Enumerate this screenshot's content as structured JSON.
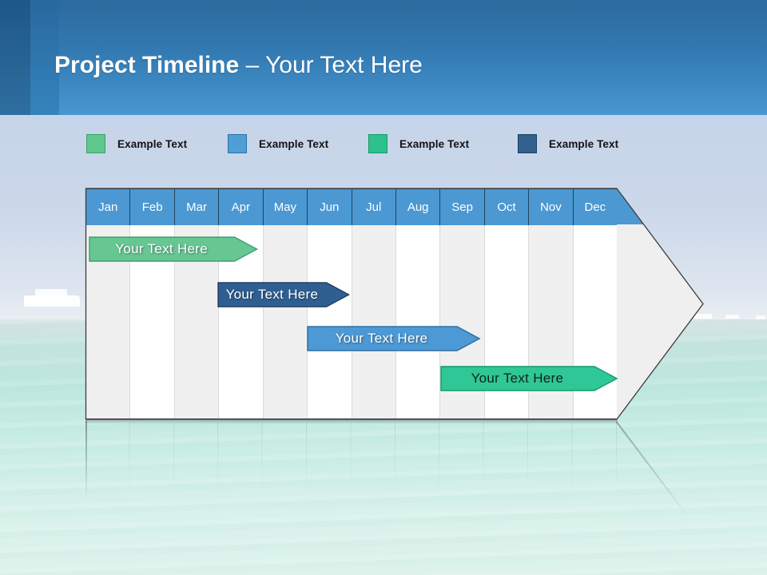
{
  "slide": {
    "title_bold": "Project Timeline",
    "title_light": " – Your Text Here"
  },
  "legend": {
    "items": [
      {
        "label": "Example Text",
        "color": "#5EC88D",
        "border": "#3E9F6C"
      },
      {
        "label": "Example Text",
        "color": "#4F9FD6",
        "border": "#2E6FA3"
      },
      {
        "label": "Example Text",
        "color": "#2EC08D",
        "border": "#14996C"
      },
      {
        "label": "Example Text",
        "color": "#31618F",
        "border": "#1E3F62"
      }
    ]
  },
  "timeline": {
    "months": [
      "Jan",
      "Feb",
      "Mar",
      "Apr",
      "May",
      "Jun",
      "Jul",
      "Aug",
      "Sep",
      "Oct",
      "Nov",
      "Dec"
    ],
    "header_color": "#4B98D3",
    "header_separator_color": "#24435E",
    "column_colors": [
      "#F0F0F0",
      "#FFFFFF"
    ],
    "arrowhead_color": "#EFEFEF",
    "outline_color": "#3C3C3C",
    "bars": [
      {
        "label": "Your Text Here",
        "start_month": "Jan",
        "end_month": "Mar",
        "row": 1,
        "start": 0.07,
        "end": 3.87,
        "fill": "#67C793",
        "stroke": "#3E9F6C",
        "text_style": "light"
      },
      {
        "label": "Your Text Here",
        "start_month": "Apr",
        "end_month": "Jun",
        "row": 2,
        "start": 2.98,
        "end": 5.95,
        "fill": "#2F5F92",
        "stroke": "#1E3F62",
        "text_style": "light"
      },
      {
        "label": "Your Text Here",
        "start_month": "Jun",
        "end_month": "Sep",
        "row": 3,
        "start": 4.99,
        "end": 8.89,
        "fill": "#4C99D5",
        "stroke": "#2E6FA3",
        "text_style": "light"
      },
      {
        "label": "Your Text Here",
        "start_month": "Sep",
        "end_month": "Dec",
        "row": 4,
        "start": 8.01,
        "end": 12.0,
        "fill": "#2FC795",
        "stroke": "#14996C",
        "text_style": "dark"
      }
    ]
  }
}
